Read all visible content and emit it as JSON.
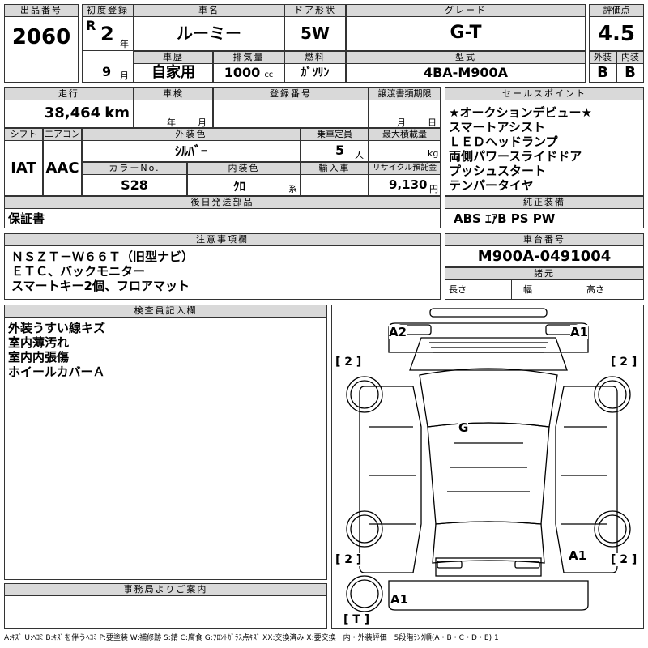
{
  "header": {
    "lot_label": "出品番号",
    "lot_no": "2060",
    "first_reg_label": "初度登録",
    "era": "R",
    "reg_year": "2",
    "year_unit": "年",
    "reg_month": "9",
    "month_unit": "月",
    "car_name_label": "車名",
    "car_name": "ルーミー",
    "door_label": "ドア形状",
    "door": "5W",
    "grade_label": "グレード",
    "grade": "G-T",
    "score_label": "評価点",
    "score": "4.5",
    "history_label": "車歴",
    "history": "自家用",
    "displacement_label": "排気量",
    "displacement": "1000",
    "displacement_unit": "cc",
    "fuel_label": "燃料",
    "fuel": "ｶﾞｿﾘﾝ",
    "model_label": "型式",
    "model": "4BA-M900A",
    "ext_label": "外装",
    "ext_grade": "B",
    "int_label": "内装",
    "int_grade": "B"
  },
  "row2": {
    "mileage_label": "走行",
    "mileage": "38,464",
    "mileage_unit": "km",
    "inspection_label": "車検",
    "insp_year": "年",
    "insp_month": "月",
    "regno_label": "登録番号",
    "transfer_label": "譲渡書類期限",
    "transfer_month": "月",
    "transfer_day": "日",
    "shift_label": "シフト",
    "shift": "IAT",
    "ac_label": "エアコン",
    "ac": "AAC",
    "color_label": "外装色",
    "color": "ｼﾙﾊﾞｰ",
    "seats_label": "乗車定員",
    "seats": "5",
    "seats_unit": "人",
    "load_label": "最大積載量",
    "load_unit": "kg",
    "colorno_label": "カラーNo.",
    "colorno": "S28",
    "intcolor_label": "内装色",
    "intcolor": "ｸﾛ",
    "intcolor_unit": "系",
    "import_label": "輸入車",
    "recycle_label": "リサイクル預託金",
    "recycle": "9,130",
    "recycle_unit": "円",
    "later_label": "後日発送部品",
    "later": "保証書"
  },
  "sales": {
    "label": "セールスポイント",
    "items": [
      "★オークションデビュー★",
      "スマートアシスト",
      "ＬＥＤヘッドランプ",
      "両側パワースライドドア",
      "プッシュスタート",
      "テンパータイヤ"
    ],
    "equip_label": "純正装備",
    "equip": "ABS ｴｱB PS PW"
  },
  "notes": {
    "label": "注意事項欄",
    "lines": [
      "ＮＳＺＴ－Ｗ６６Ｔ（旧型ナビ）",
      "ＥＴＣ、バックモニター",
      "スマートキー2個、フロアマット"
    ]
  },
  "chassis": {
    "label": "車台番号",
    "value": "M900A-0491004",
    "dims_label": "諸元",
    "length": "長さ",
    "width": "幅",
    "height": "高さ"
  },
  "inspector": {
    "label": "検査員記入欄",
    "lines": [
      "外装うすい線キズ",
      "室内薄汚れ",
      "室内内張傷",
      "ホイールカバーＡ"
    ]
  },
  "office": {
    "label": "事務局よりご案内"
  },
  "diagram": {
    "marks": [
      "A2",
      "A1",
      "G",
      "A1",
      "A1"
    ],
    "tire_marks": [
      "[ 2 ]",
      "[ 2 ]",
      "[ 2 ]",
      "[ 2 ]",
      "[ T ]"
    ]
  },
  "legend": "A:ｷｽﾞ U:ﾍｺﾐ B:ｷｽﾞを伴うﾍｺﾐ P:要塗装 W:補修跡 S:錆 C:腐食 G:ﾌﾛﾝﾄｶﾞﾗｽ点ｷｽﾞ XX:交換済み X:要交換　内・外装評価　5段階ﾗﾝｸ順(A・B・C・D・E) 1"
}
